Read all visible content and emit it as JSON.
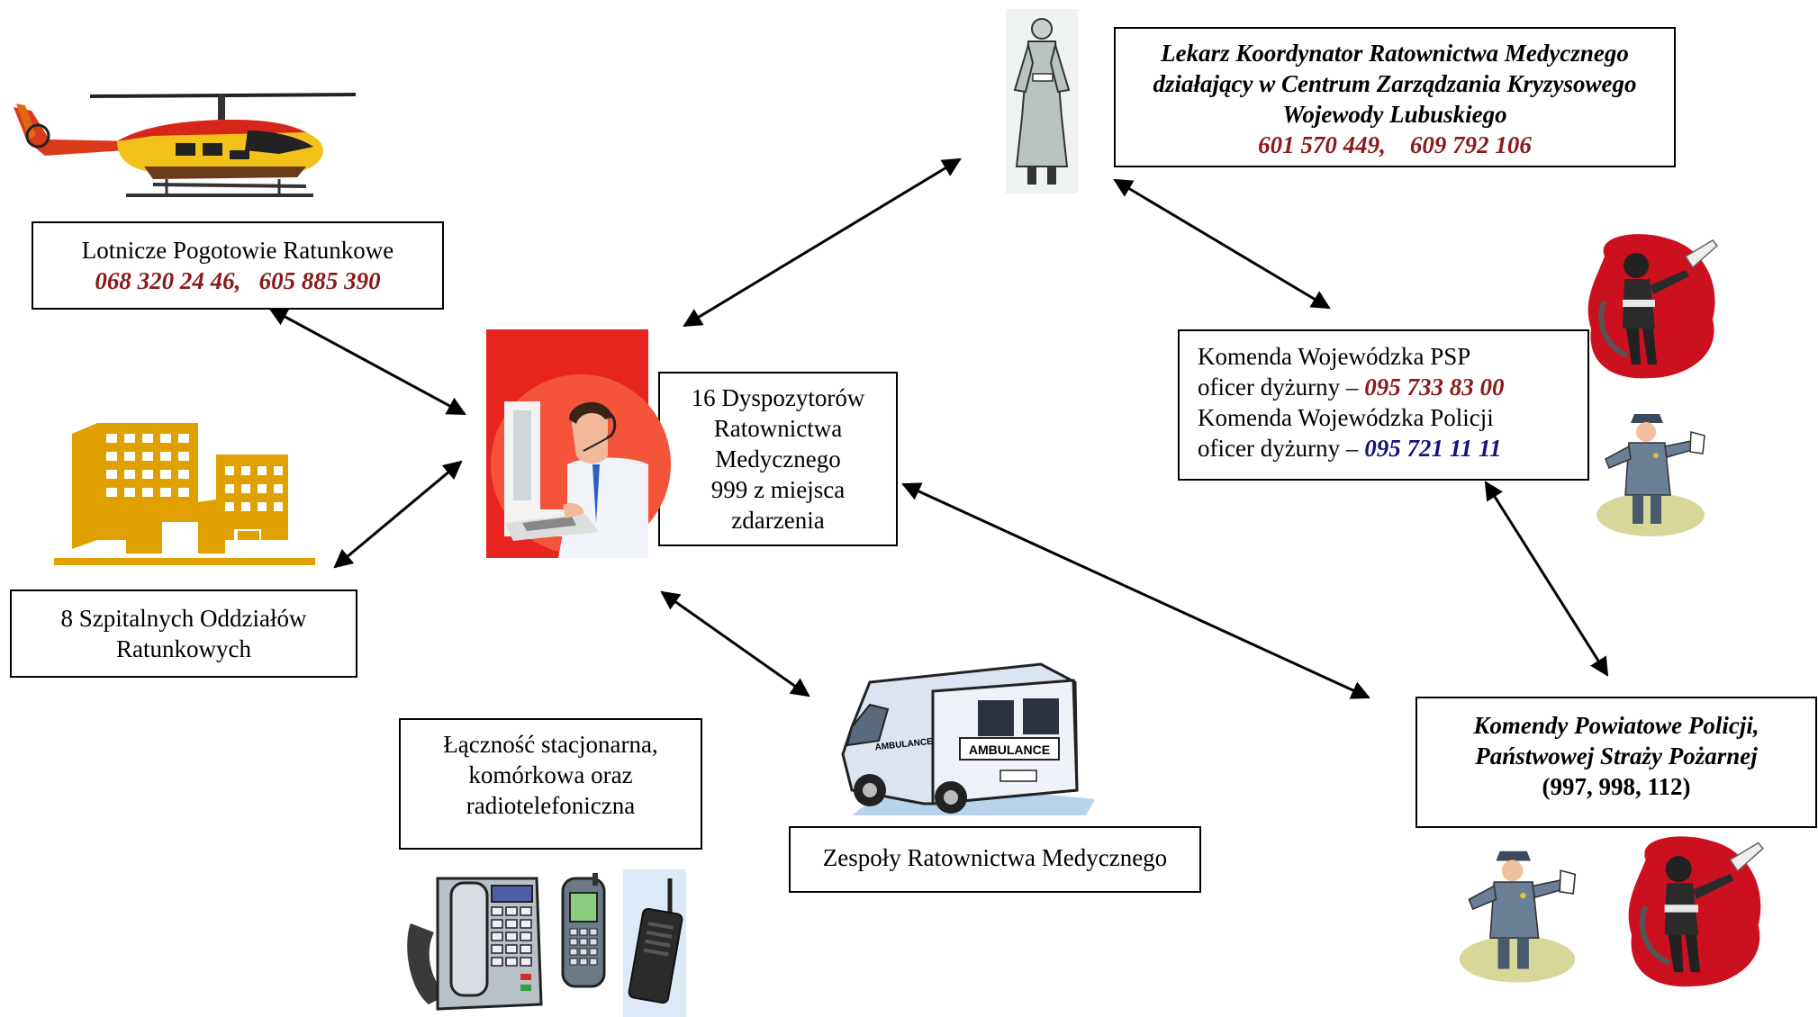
{
  "boxes": {
    "coordinator": {
      "line1": "Lekarz Koordynator Ratownictwa Medycznego",
      "line2": "działający w Centrum Zarządzania Kryzysowego",
      "line3": "Wojewody Lubuskiego",
      "phone1": "601 570 449,",
      "phone2": "609 792 106"
    },
    "air_ambulance": {
      "title": "Lotnicze Pogotowie Ratunkowe",
      "phone1": "068 320 24 46,",
      "phone2": "605 885 390"
    },
    "dispatchers": {
      "line1": "16 Dyspozytorów",
      "line2": "Ratownictwa",
      "line3": "Medycznego",
      "line4": "999 z miejsca",
      "line5": "zdarzenia"
    },
    "voivodeship_commands": {
      "line1": "Komenda Wojewódzka PSP",
      "line2_prefix": "oficer dyżurny – ",
      "line2_phone": "095 733 83 00",
      "line3": "Komenda Wojewódzka Policji",
      "line4_prefix": "oficer dyżurny – ",
      "line4_phone": "095 721 11 11"
    },
    "hospitals": {
      "line1": "8 Szpitalnych Oddziałów",
      "line2": "Ratunkowych"
    },
    "communication": {
      "line1": "Łączność stacjonarna,",
      "line2": "komórkowa oraz",
      "line3": "radiotelefoniczna"
    },
    "teams": {
      "title": "Zespoły Ratownictwa Medycznego"
    },
    "district_commands": {
      "line1": "Komendy Powiatowe Policji,",
      "line2": "Państwowej Straży Pożarnej",
      "line3": "(997, 998, 112)"
    }
  },
  "illustrations": {
    "ambulance_side_text": "AMBULANCE",
    "ambulance_rear_text": "AMBULANCE"
  },
  "colors": {
    "phone_red": "#8b1a1a",
    "phone_blue": "#141478",
    "hospital_orange": "#e0a000",
    "dispatcher_red": "#e8241e"
  },
  "icons": [
    "helicopter-icon",
    "hospital-icon",
    "dispatcher-icon",
    "doctor-icon",
    "firefighter-icon",
    "police-officer-icon",
    "ambulance-icon",
    "desk-phone-icon",
    "mobile-phone-icon",
    "radio-icon"
  ]
}
